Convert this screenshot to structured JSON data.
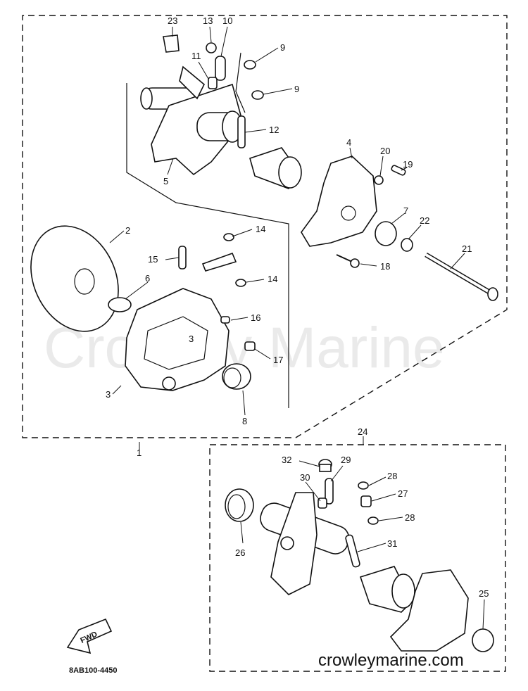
{
  "watermark": "Crowley Marine",
  "website": "crowleymarine.com",
  "diagram_code": "8AB100-4450",
  "find_label": "FWD",
  "callouts": {
    "c1": "1",
    "c2": "2",
    "c3": "3",
    "c3b": "3",
    "c4": "4",
    "c5": "5",
    "c6": "6",
    "c7": "7",
    "c8": "8",
    "c9a": "9",
    "c9b": "9",
    "c10": "10",
    "c11": "11",
    "c12": "12",
    "c13": "13",
    "c14a": "14",
    "c14b": "14",
    "c15": "15",
    "c16": "16",
    "c17": "17",
    "c18": "18",
    "c19": "19",
    "c20": "20",
    "c21": "21",
    "c22": "22",
    "c23": "23",
    "c24": "24",
    "c25": "25",
    "c26": "26",
    "c27": "27",
    "c28a": "28",
    "c28b": "28",
    "c29": "29",
    "c30": "30",
    "c31": "31",
    "c32": "32"
  }
}
